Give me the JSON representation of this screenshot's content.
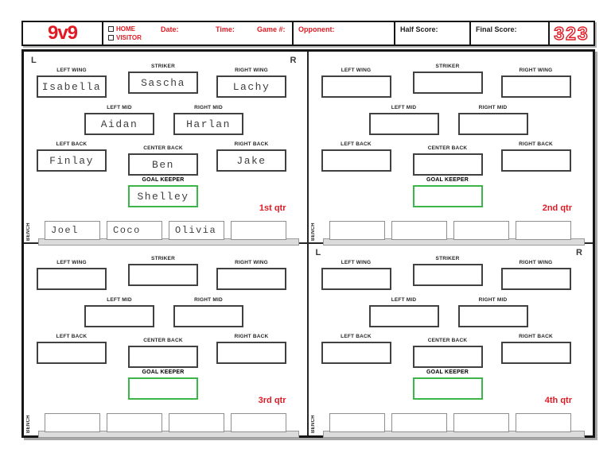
{
  "header": {
    "format_label": "9v9",
    "home_label": "HOME",
    "visitor_label": "VISITOR",
    "date_label": "Date:",
    "time_label": "Time:",
    "game_label": "Game #:",
    "opponent_label": "Opponent:",
    "half_score_label": "Half Score:",
    "final_score_label": "Final Score:",
    "page_number": "323"
  },
  "field_labels": {
    "left_wing": "LEFT WING",
    "striker": "STRIKER",
    "right_wing": "RIGHT WING",
    "left_mid": "LEFT MID",
    "right_mid": "RIGHT MID",
    "left_back": "LEFT BACK",
    "center_back": "CENTER BACK",
    "right_back": "RIGHT BACK",
    "goal_keeper": "GOAL KEEPER",
    "bench": "BENCH"
  },
  "colors": {
    "accent_red": "#e01b24",
    "keeper_green": "#3cb54a",
    "box_border": "#414141",
    "bench_gray": "#dcdcdc"
  },
  "quarters": [
    {
      "label": "1st qtr",
      "marker_left": "L",
      "marker_right": "R",
      "players": {
        "left_wing": "Isabella",
        "striker": "Sascha",
        "right_wing": "Lachy",
        "left_mid": "Aidan",
        "right_mid": "Harlan",
        "left_back": "Finlay",
        "center_back": "Ben",
        "right_back": "Jake",
        "goal_keeper": "Shelley"
      },
      "bench": [
        "Joel",
        "Coco",
        "Olivia",
        ""
      ]
    },
    {
      "label": "2nd qtr",
      "marker_left": "",
      "marker_right": "",
      "players": {
        "left_wing": "",
        "striker": "",
        "right_wing": "",
        "left_mid": "",
        "right_mid": "",
        "left_back": "",
        "center_back": "",
        "right_back": "",
        "goal_keeper": ""
      },
      "bench": [
        "",
        "",
        "",
        ""
      ]
    },
    {
      "label": "3rd qtr",
      "marker_left": "",
      "marker_right": "",
      "players": {
        "left_wing": "",
        "striker": "",
        "right_wing": "",
        "left_mid": "",
        "right_mid": "",
        "left_back": "",
        "center_back": "",
        "right_back": "",
        "goal_keeper": ""
      },
      "bench": [
        "",
        "",
        "",
        ""
      ]
    },
    {
      "label": "4th qtr",
      "marker_left": "L",
      "marker_right": "R",
      "players": {
        "left_wing": "",
        "striker": "",
        "right_wing": "",
        "left_mid": "",
        "right_mid": "",
        "left_back": "",
        "center_back": "",
        "right_back": "",
        "goal_keeper": ""
      },
      "bench": [
        "",
        "",
        "",
        ""
      ]
    }
  ]
}
